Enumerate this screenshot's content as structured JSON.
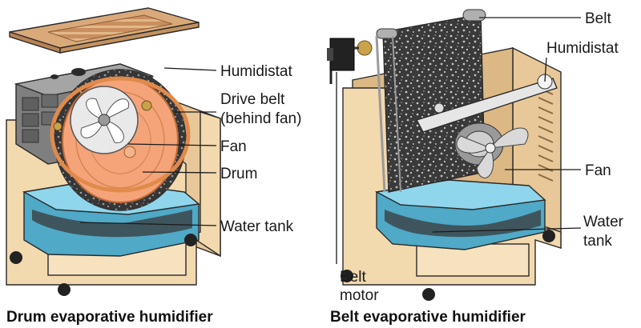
{
  "drum": {
    "caption": "Drum evaporative humidifier",
    "labels": {
      "humidistat": "Humidistat",
      "drive_belt_1": "Drive belt",
      "drive_belt_2": "(behind fan)",
      "fan": "Fan",
      "drum": "Drum",
      "water_tank": "Water tank"
    }
  },
  "belt": {
    "caption": "Belt evaporative humidifier",
    "labels": {
      "belt": "Belt",
      "humidistat": "Humidistat",
      "fan": "Fan",
      "water_1": "Water",
      "water_2": "tank",
      "belt_motor_1": "Belt",
      "belt_motor_2": "motor"
    }
  },
  "colors": {
    "cabinet": "#f2d9ae",
    "cabinet_dark": "#dcb884",
    "water": "#6ec6e2",
    "drum": "#f4a478",
    "belt_orange": "#e08a4c",
    "filter_dark": "#2f2f2f",
    "metal": "#8a8a8a",
    "lid": "#d9a97a"
  }
}
